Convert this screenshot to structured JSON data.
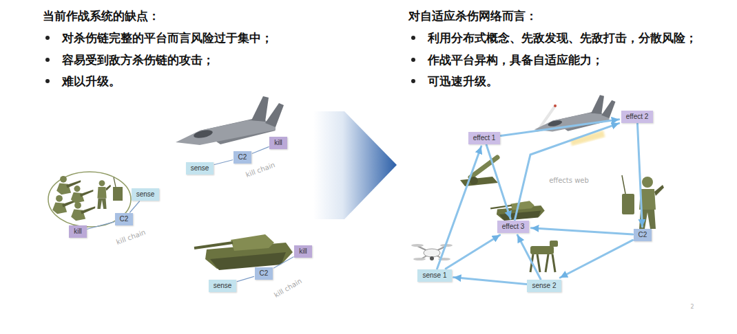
{
  "diagram": {
    "nodes": [
      {
        "text": [
          "kill"
        ]
      },
      {
        "text": [
          "C2"
        ]
      },
      {
        "text": [
          "sense"
        ]
      },
      {
        "text": [
          "sense"
        ]
      },
      {
        "text": [
          "C2"
        ]
      },
      {
        "text": [
          "kill"
        ]
      },
      {
        "text": [
          "kill"
        ]
      },
      {
        "text": [
          "C2"
        ]
      },
      {
        "text": [
          "sense"
        ]
      },
      {
        "text": [
          "effect 2"
        ]
      },
      {
        "text": [
          "effect 1"
        ]
      },
      {
        "text": [
          "effect 3"
        ]
      },
      {
        "text": [
          "C2"
        ]
      },
      {
        "text": [
          "sense 1"
        ]
      },
      {
        "text": [
          "sense 2"
        ]
      }
    ],
    "edges": [
      {
        "from": 2,
        "to": 1,
        "arrow": "none"
      },
      {
        "from": 1,
        "to": 0,
        "arrow": "none"
      },
      {
        "from": 3,
        "to": 4,
        "arrow": "none"
      },
      {
        "from": 4,
        "to": 5,
        "arrow": "none"
      },
      {
        "from": 8,
        "to": 7,
        "arrow": "none"
      },
      {
        "from": 7,
        "to": 6,
        "arrow": "none"
      },
      {
        "from": 10,
        "to": 9,
        "arrow": "to"
      },
      {
        "from": 11,
        "to": 9,
        "arrow": "to"
      },
      {
        "from": 9,
        "to": 12,
        "arrow": "to"
      },
      {
        "from": 12,
        "to": 11,
        "arrow": "to"
      },
      {
        "from": 13,
        "to": 10,
        "arrow": "to"
      },
      {
        "from": 13,
        "to": 11,
        "arrow": "to"
      },
      {
        "from": 14,
        "to": 13,
        "arrow": "to"
      },
      {
        "from": 14,
        "to": 11,
        "arrow": "to"
      },
      {
        "from": 12,
        "to": 14,
        "arrow": "to"
      },
      {
        "from": 10,
        "to": 11,
        "arrow": "to"
      }
    ],
    "labels": [
      "当前作战系统的缺点：",
      "对杀伤链完整的平台而言风险过于集中；",
      "容易受到敌方杀伤链的攻击；",
      "难以升级。",
      "对自适应杀伤网络而言：",
      "利用分布式概念、先敌发现、先敌打击，分散风险；",
      "作战平台异构，具备自适应能力；",
      "可迅速升级。",
      "kill chain",
      "kill chain",
      "kill chain",
      "effects web",
      "2"
    ]
  }
}
